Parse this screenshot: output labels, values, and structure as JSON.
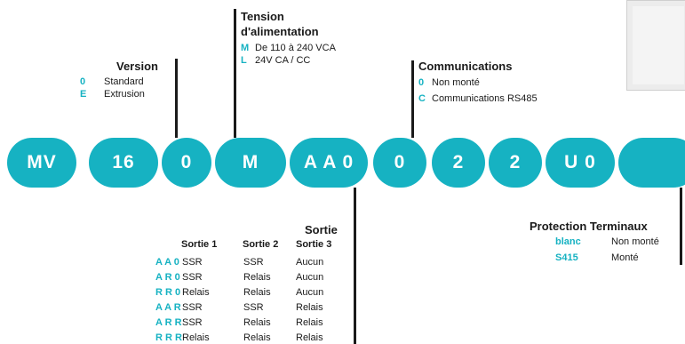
{
  "codes": [
    "MV",
    "16",
    "0",
    "M",
    "A A 0",
    "0",
    "2",
    "2",
    "U 0",
    ""
  ],
  "version": {
    "title": "Version",
    "options": [
      {
        "code": "0",
        "label": "Standard"
      },
      {
        "code": "E",
        "label": "Extrusion"
      }
    ]
  },
  "tension": {
    "title_line1": "Tension",
    "title_line2": "d'alimentation",
    "options": [
      {
        "code": "M",
        "label": "De 110 à 240 VCA"
      },
      {
        "code": "L",
        "label": "24V CA / CC"
      }
    ]
  },
  "communications": {
    "title": "Communications",
    "options": [
      {
        "code": "0",
        "label": "Non monté"
      },
      {
        "code": "C",
        "label": "Communications RS485"
      }
    ]
  },
  "sortie": {
    "title": "Sortie",
    "headers": [
      "Sortie 1",
      "Sortie 2",
      "Sortie 3"
    ],
    "rows": [
      {
        "code": "A A 0",
        "values": [
          "SSR",
          "SSR",
          "Aucun"
        ]
      },
      {
        "code": "A R 0",
        "values": [
          "SSR",
          "Relais",
          "Aucun"
        ]
      },
      {
        "code": "R R 0",
        "values": [
          "Relais",
          "Relais",
          "Aucun"
        ]
      },
      {
        "code": "A A R",
        "values": [
          "SSR",
          "SSR",
          "Relais"
        ]
      },
      {
        "code": "A R R",
        "values": [
          "SSR",
          "Relais",
          "Relais"
        ]
      },
      {
        "code": "R R R",
        "values": [
          "Relais",
          "Relais",
          "Relais"
        ]
      }
    ]
  },
  "protection": {
    "title": "Protection Terminaux",
    "options": [
      {
        "code": "blanc",
        "label": "Non monté"
      },
      {
        "code": "S415",
        "label": "Monté"
      }
    ]
  },
  "colors": {
    "accent": "#16b2c2",
    "line": "#1a1a1a"
  }
}
